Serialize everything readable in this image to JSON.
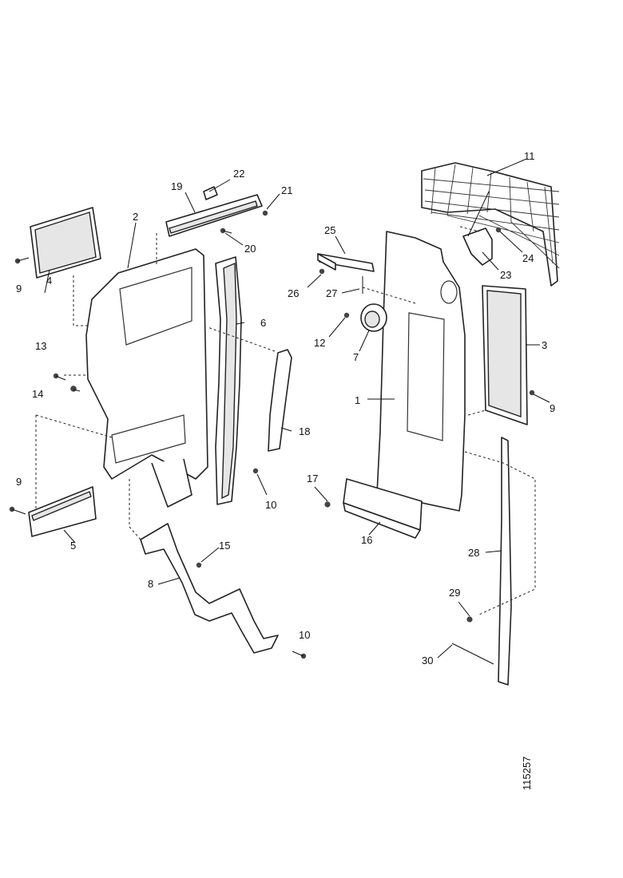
{
  "drawing_number": "115257",
  "callouts": {
    "c1": "1",
    "c2": "2",
    "c3": "3",
    "c4": "4",
    "c5": "5",
    "c6": "6",
    "c7": "7",
    "c8": "8",
    "c9a": "9",
    "c9b": "9",
    "c9c": "9",
    "c10a": "10",
    "c10b": "10",
    "c11": "11",
    "c12": "12",
    "c13": "13",
    "c14": "14",
    "c15": "15",
    "c16": "16",
    "c17": "17",
    "c18": "18",
    "c19": "19",
    "c20": "20",
    "c21": "21",
    "c22": "22",
    "c23": "23",
    "c24": "24",
    "c25": "25",
    "c26": "26",
    "c27": "27",
    "c28": "28",
    "c29": "29",
    "c30": "30"
  }
}
